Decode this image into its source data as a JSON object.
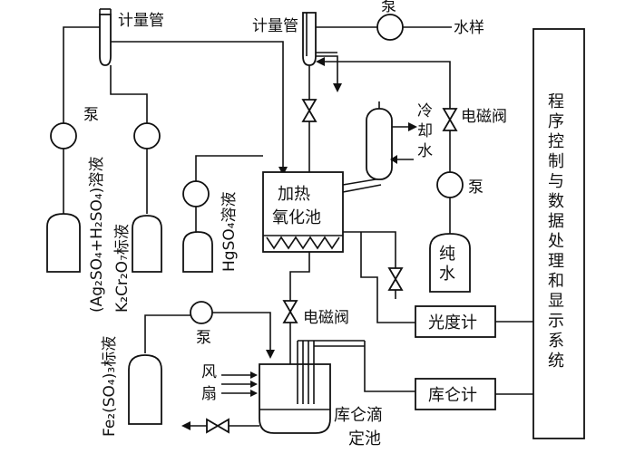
{
  "labels": {
    "meter_tube_left": "计量管",
    "meter_tube_right": "计量管",
    "pump_top": "泵",
    "water_sample": "水样",
    "solenoid_valve_top": "电磁阀",
    "cooling_water": [
      "冷",
      "却",
      "水"
    ],
    "pump_right": "泵",
    "pure_water": [
      "纯",
      "水"
    ],
    "heating_pool": [
      "加热",
      "氧化池"
    ],
    "solenoid_valve_mid": "电磁阀",
    "photometer": "光度计",
    "coulometer": "库仑计",
    "coulometric_tank": [
      "库仑滴",
      "定池"
    ],
    "fan": [
      "风",
      "扇"
    ],
    "pump_bottom": "泵",
    "pump_left": "泵",
    "control_system": [
      "程",
      "序",
      "控",
      "制",
      "与",
      "数",
      "据",
      "处",
      "理",
      "和",
      "显",
      "示",
      "系",
      "统"
    ],
    "reagent_ag": "(Ag₂SO₄+H₂SO₄)溶液",
    "reagent_k2cr2o7": "K₂Cr₂O₇标液",
    "reagent_hgso4": "HgSO₄溶液",
    "reagent_fe": "Fe₂(SO₄)₃标液"
  }
}
